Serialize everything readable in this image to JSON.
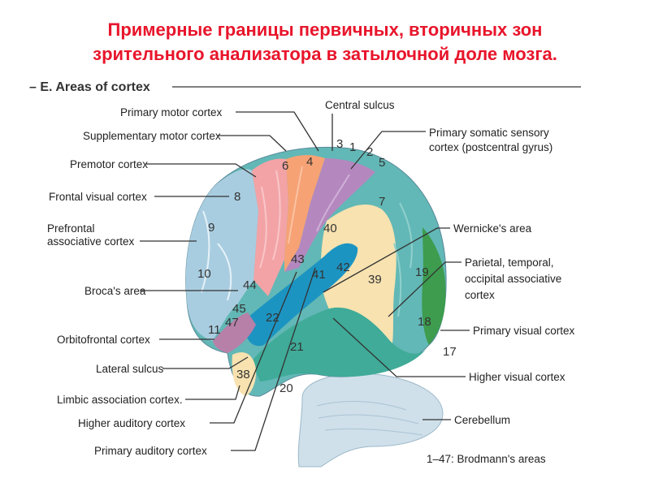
{
  "title": {
    "line1": "Примерные границы первичных, вторичных зон",
    "line2": "зрительного анализатора в затылочной доле мозга."
  },
  "section_heading": "– E. Areas of cortex",
  "labels": {
    "primary_motor_cortex": "Primary motor cortex",
    "supplementary_motor_cortex": "Supplementary motor cortex",
    "premotor_cortex": "Premotor cortex",
    "frontal_visual_cortex": "Frontal visual cortex",
    "prefrontal_line1": "Prefrontal",
    "prefrontal_line2": "associative cortex",
    "brocas_area": "Broca's area",
    "orbitofrontal_cortex": "Orbitofrontal cortex",
    "lateral_sulcus": "Lateral sulcus",
    "limbic_association_cortex": "Limbic association cortex.",
    "higher_auditory_cortex": "Higher auditory cortex",
    "primary_auditory_cortex": "Primary auditory cortex",
    "central_sulcus": "Central sulcus",
    "primary_somatic_line1": "Primary somatic sensory",
    "primary_somatic_line2": "cortex (postcentral gyrus)",
    "wernickes_area": "Wernicke's area",
    "parietal_line1": "Parietal, temporal,",
    "parietal_line2": "occipital associative",
    "parietal_line3": "cortex",
    "primary_visual_cortex": "Primary visual cortex",
    "higher_visual_cortex": "Higher visual cortex",
    "cerebellum": "Cerebellum",
    "brodmann_note": "1–47: Brodmann's areas"
  },
  "areas": [
    "6",
    "4",
    "3",
    "1",
    "2",
    "5",
    "8",
    "9",
    "7",
    "40",
    "10",
    "43",
    "41",
    "42",
    "39",
    "44",
    "45",
    "47",
    "11",
    "22",
    "19",
    "18",
    "17",
    "21",
    "38",
    "20"
  ],
  "colors": {
    "title": "#e8152b",
    "prefrontal": "#a9cde0",
    "premotor": "#f3a3a6",
    "motor": "#f6a274",
    "somatosensory": "#b488bf",
    "parietal": "#62b8b6",
    "association": "#f7e2b0",
    "temporal": "#3fab98",
    "visual": "#3d9c4e",
    "orbitofrontal": "#b780a8",
    "cerebellum": "#cfe0ea"
  }
}
